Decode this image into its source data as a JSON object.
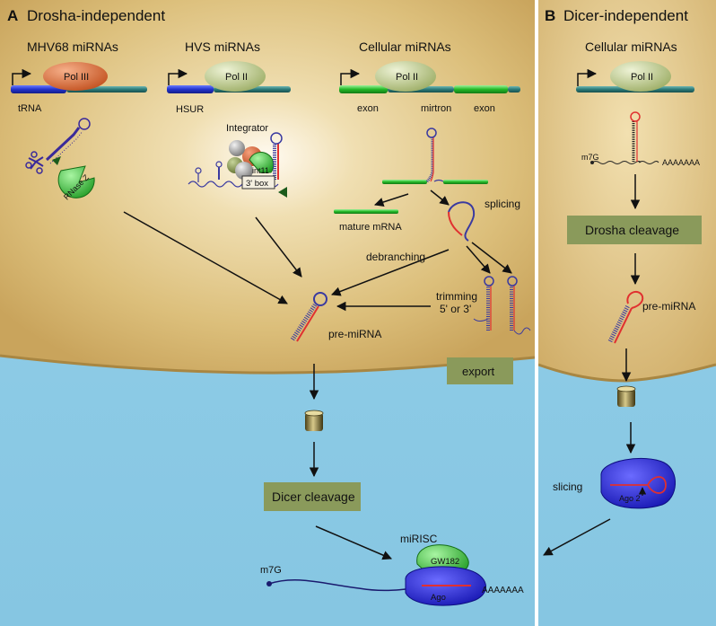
{
  "panel_a": {
    "letter": "A",
    "title": "Drosha-independent",
    "groups": {
      "mhv68": {
        "title": "MHV68 miRNAs",
        "polymerase": "Pol III",
        "gene_label": "tRNA",
        "enzyme": "RNase Z"
      },
      "hvs": {
        "title": "HVS miRNAs",
        "polymerase": "Pol II",
        "gene_label": "HSUR",
        "complex": "Integrator",
        "subunit": "int11",
        "box": "3' box"
      },
      "cellular": {
        "title": "Cellular miRNAs",
        "polymerase": "Pol II",
        "exon_left": "exon",
        "middle": "mirtron",
        "exon_right": "exon"
      }
    },
    "steps": {
      "splicing": "splicing",
      "mature_mrna": "mature mRNA",
      "debranching": "debranching",
      "trimming_1": "trimming",
      "trimming_2": "5' or 3'",
      "pre_mirna": "pre-miRNA",
      "export": "export",
      "dicer": "Dicer cleavage",
      "mirisc": "miRISC",
      "cap": "m7G",
      "gw182": "GW182",
      "ago": "Ago",
      "polya": "AAAAAAA"
    }
  },
  "panel_b": {
    "letter": "B",
    "title": "Dicer-independent",
    "group_title": "Cellular miRNAs",
    "polymerase": "Pol II",
    "cap": "m7G",
    "polya": "AAAAAAA",
    "drosha": "Drosha cleavage",
    "pre_mirna": "pre-miRNA",
    "slicing": "slicing",
    "ago2": "Ago 2"
  },
  "colors": {
    "nucleus": "#ddc07c",
    "cytoplasm": "#8fcde8",
    "box_fill": "#8a9a5b",
    "pol2": "#b9c98a",
    "pol3": "#d9703f",
    "ago": "#3a3ad8",
    "gw182": "#2faa2f"
  }
}
